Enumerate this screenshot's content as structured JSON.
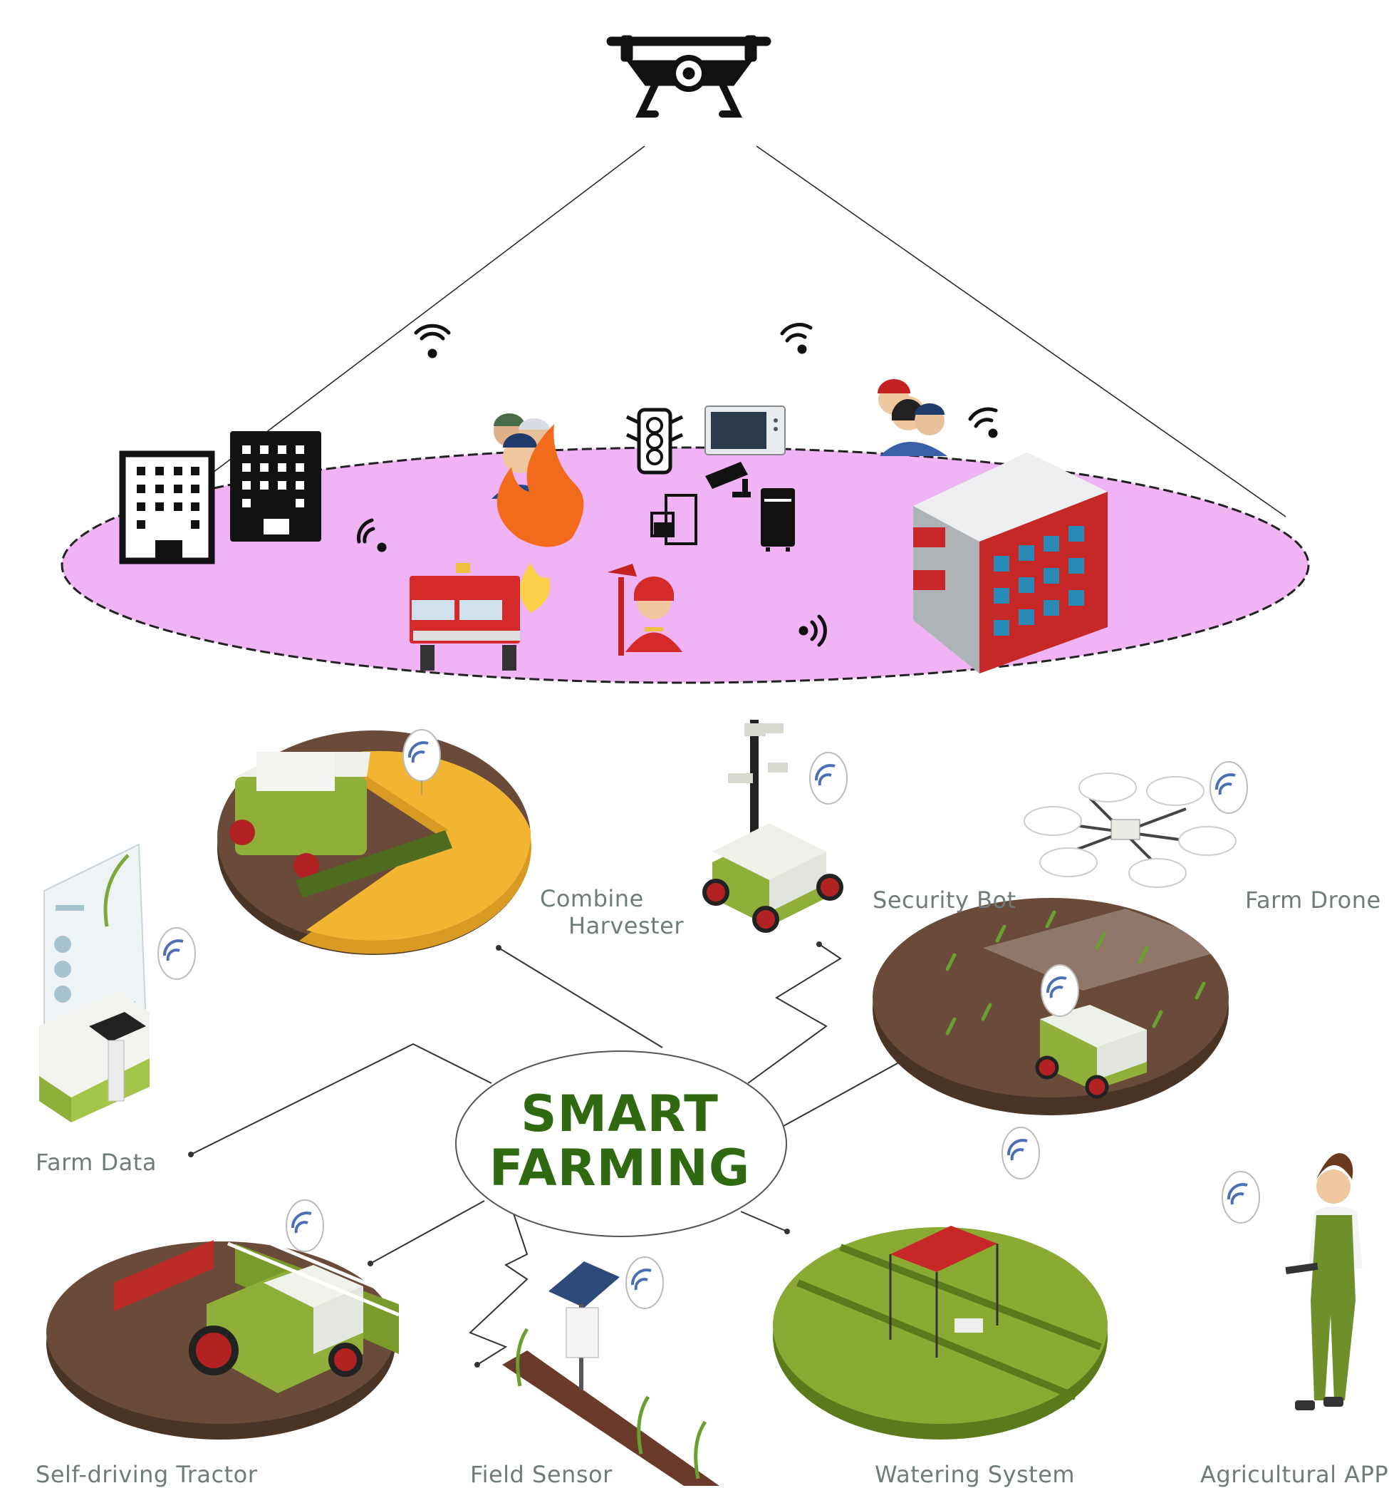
{
  "center": {
    "line1": "SMART",
    "line2": "FARMING"
  },
  "labels": {
    "combine_line1": "Combine",
    "combine_line2": "Harvester",
    "security_bot": "Security Bot",
    "farm_drone": "Farm Drone",
    "farm_data": "Farm Data",
    "self_driving_tractor": "Self-driving Tractor",
    "field_sensor": "Field Sensor",
    "watering_system": "Watering System",
    "agricultural_app": "Agricultural APP"
  },
  "colors": {
    "coverage_area": "#f0b4f5",
    "center_text": "#2f6a12",
    "label_text": "#6f7b7a",
    "field_green": "#7a9a2c",
    "soil_brown": "#5a4032",
    "harvest_yellow": "#f2b531"
  },
  "icons": [
    "drone-icon",
    "wifi-icon",
    "building-icon",
    "fire-truck-icon",
    "traffic-light-icon",
    "firefighter-icon",
    "police-icon"
  ]
}
